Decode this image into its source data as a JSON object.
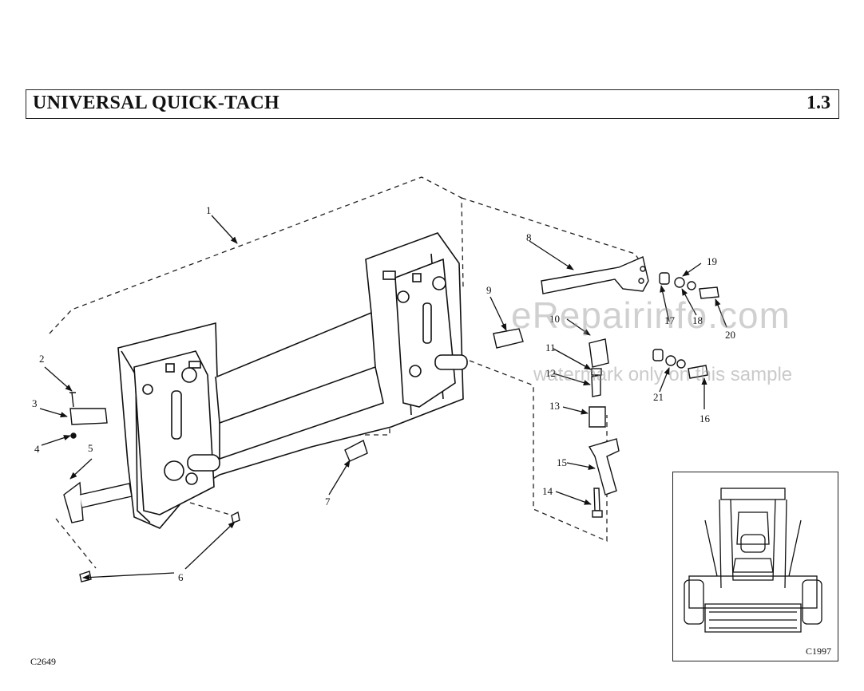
{
  "header": {
    "title": "UNIVERSAL QUICK-TACH",
    "section": "1.3"
  },
  "figure_code": "C2649",
  "inset_code": "C1997",
  "watermark": {
    "line1": "eRepairinfo.com",
    "line2": "watermark only on this sample"
  },
  "callouts": [
    "1",
    "2",
    "3",
    "4",
    "5",
    "6",
    "7",
    "8",
    "9",
    "10",
    "11",
    "12",
    "13",
    "14",
    "15",
    "16",
    "17",
    "18",
    "19",
    "20",
    "21"
  ]
}
